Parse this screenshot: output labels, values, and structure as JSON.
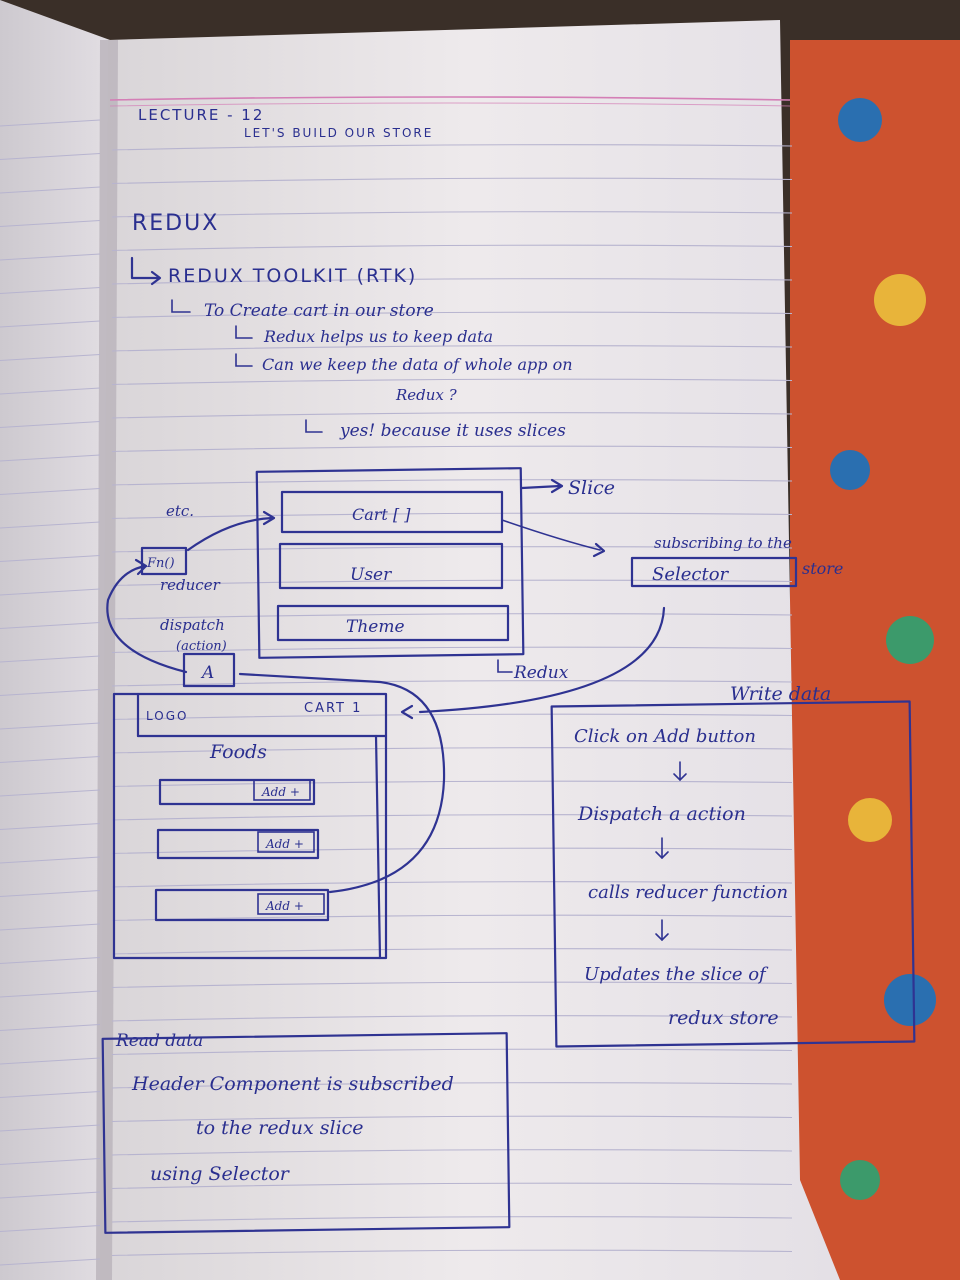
{
  "header": {
    "lecture": "LECTURE - 12",
    "subtitle": "LET'S BUILD OUR STORE"
  },
  "title": "REDUX",
  "bullets": {
    "toolkit": "REDUX TOOLKIT (RTK)",
    "create_cart": "To Create cart in our store",
    "helps": "Redux helps us to keep data",
    "question_1": "Can we keep the data of whole app on",
    "question_2": "Redux ?",
    "answer": "yes! because it uses slices"
  },
  "diagram": {
    "slice_cart": "Cart [ ]",
    "slice_user": "User",
    "slice_theme": "Theme",
    "slice_label": "Slice",
    "redux_label": "Redux",
    "etc_label": "etc.",
    "fn_label": "Fn()",
    "reducer_label": "reducer",
    "dispatch_label_1": "dispatch",
    "dispatch_label_2": "(action)",
    "action_box": "A",
    "subscribing_label": "subscribing to the",
    "selector_box": "Selector",
    "store_label": "store"
  },
  "app_mock": {
    "logo": "LOGO",
    "cart": "CART 1",
    "foods": "Foods",
    "add_buttons": [
      "Add +",
      "Add +",
      "Add +"
    ]
  },
  "write_data": {
    "title": "Write data",
    "steps": [
      "Click on Add button",
      "Dispatch a action",
      "calls reducer function",
      "Updates the slice of",
      "redux store"
    ]
  },
  "read_data": {
    "title": "Read data",
    "lines": [
      "Header Component is subscribed",
      "to the redux slice",
      "using Selector"
    ]
  }
}
